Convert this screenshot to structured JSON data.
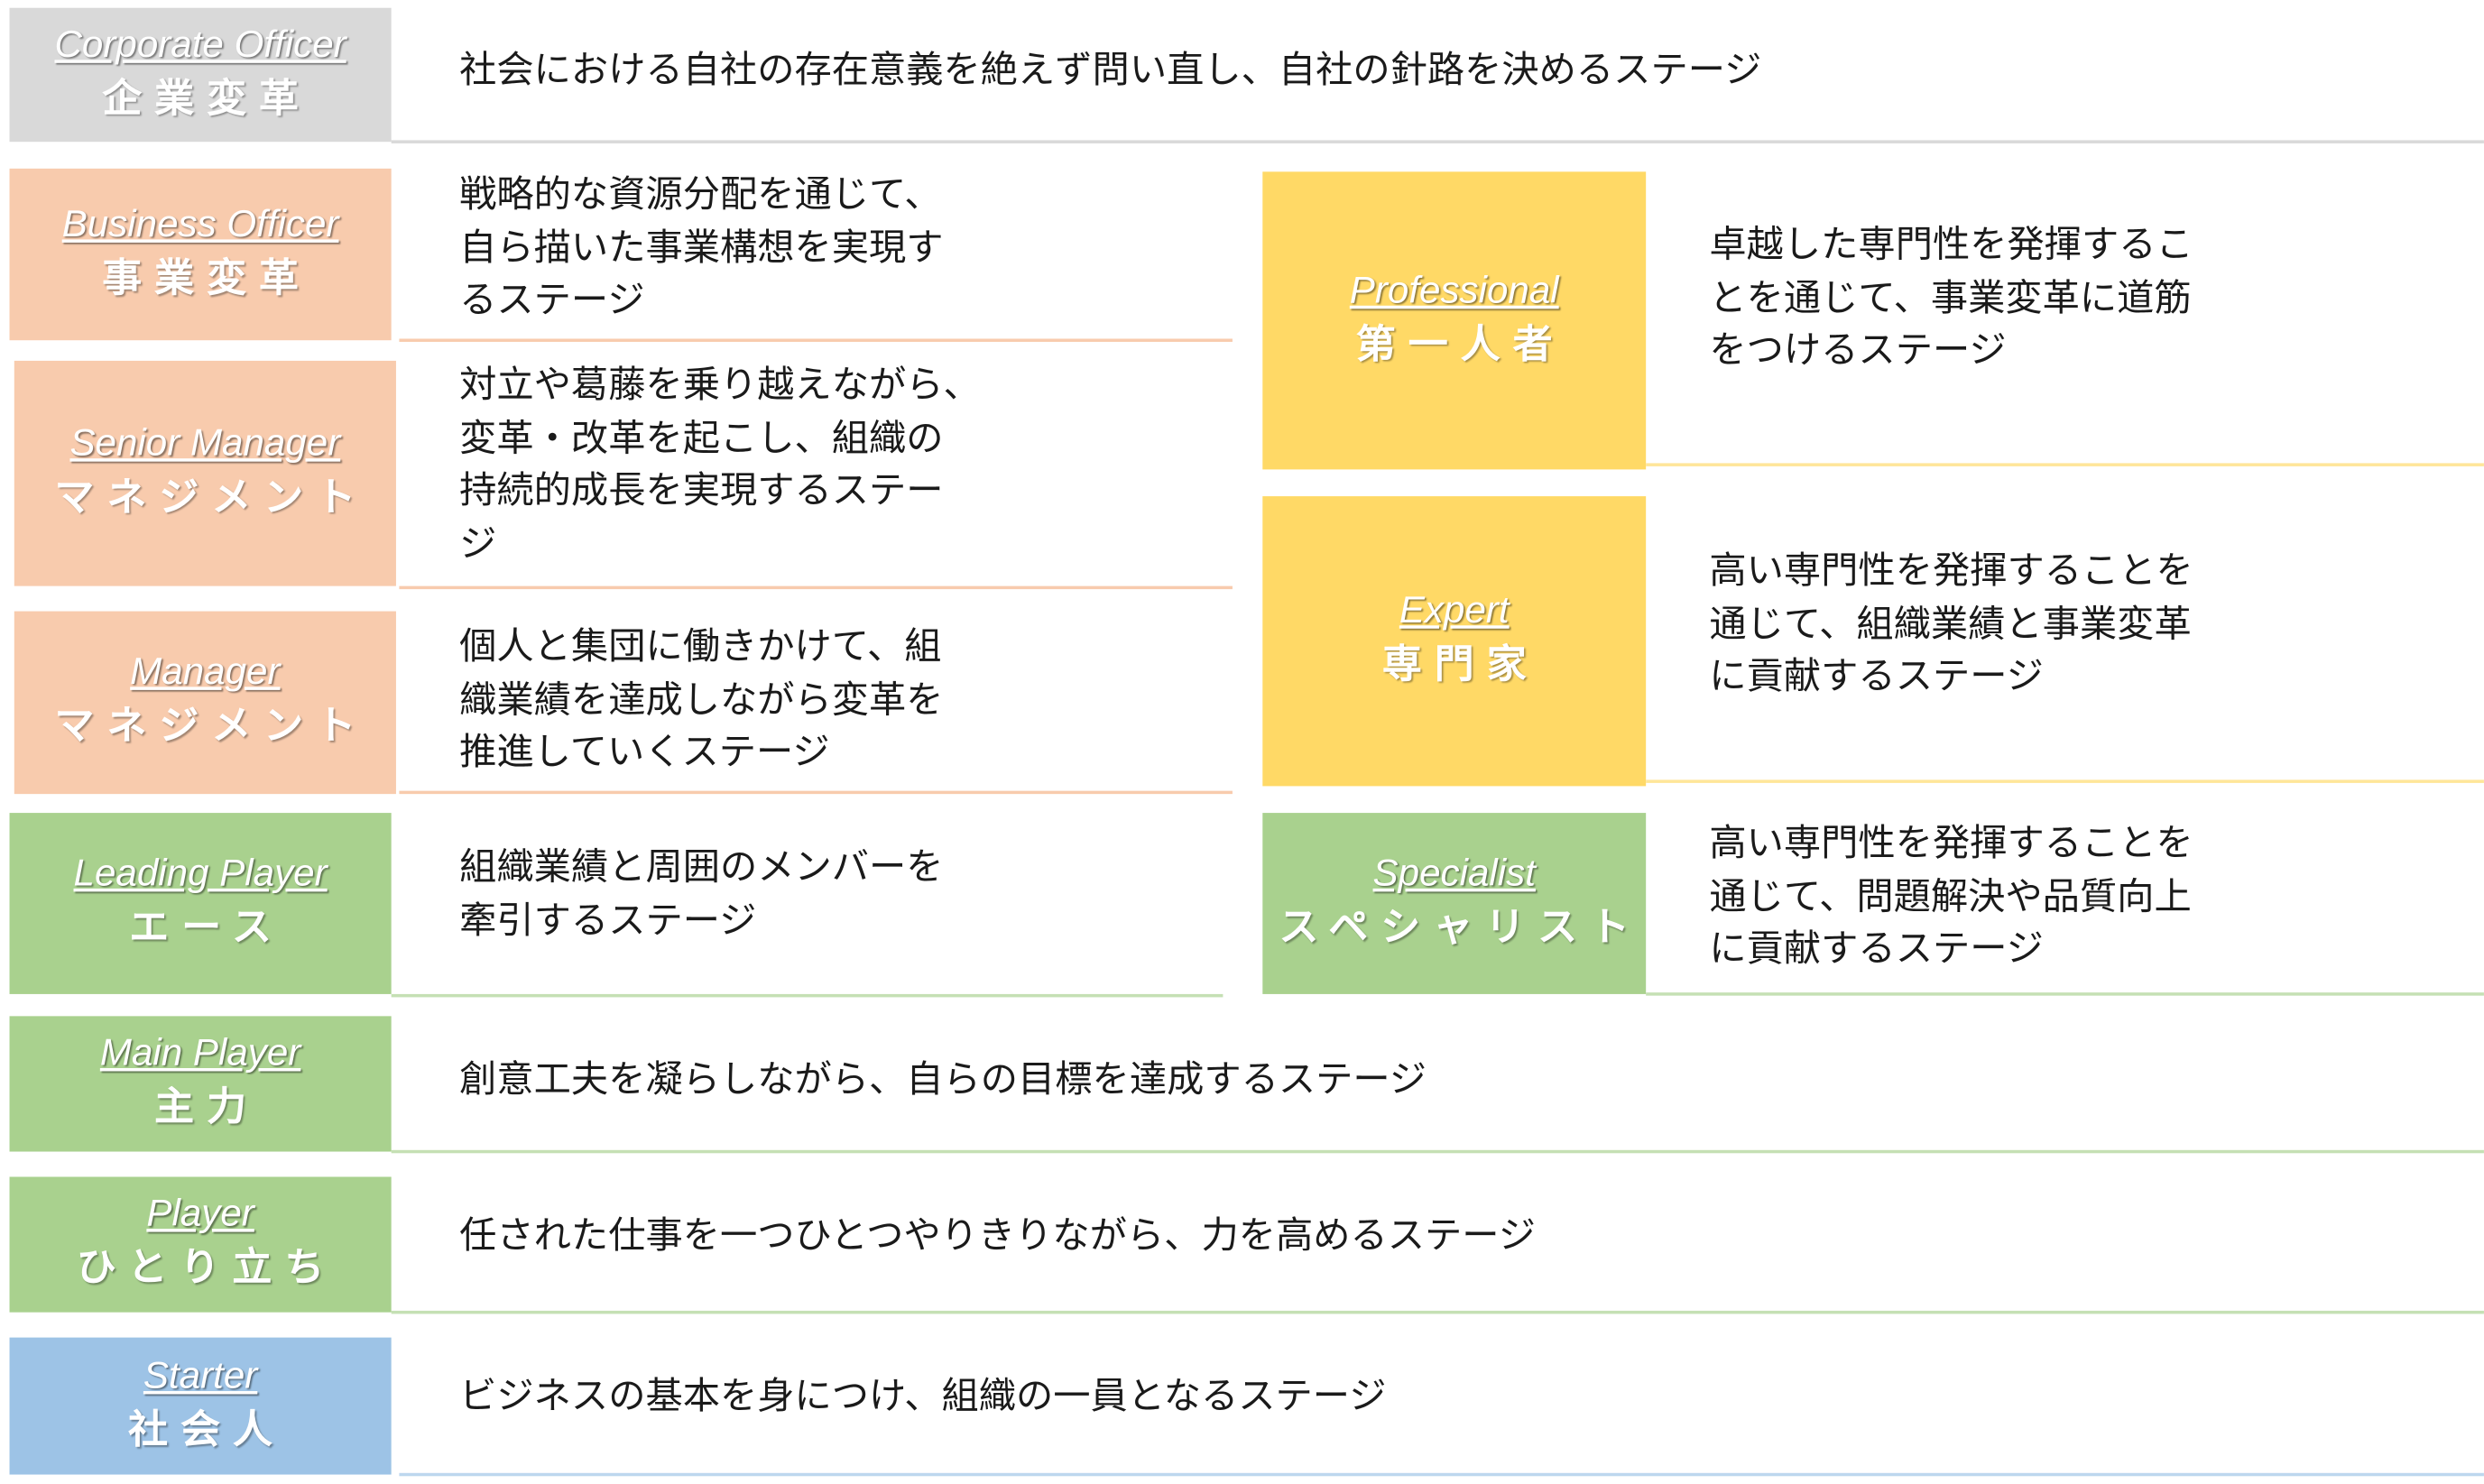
{
  "colors": {
    "gray": "#d9d9d9",
    "orange": "#f8cbad",
    "yellow": "#ffd966",
    "green": "#a9d18e",
    "blue": "#9dc3e6",
    "gray_line": "#d9d9d9",
    "orange_line": "#f8cbad",
    "yellow_line": "#ffe699",
    "green_line": "#c5e0b4",
    "blue_line": "#bdd7ee"
  },
  "stages": [
    {
      "key": "corporate_officer",
      "en": "Corporate Officer",
      "jp": "企業変革",
      "color": "gray",
      "description": "社会における自社の存在意義を絶えず問い直し、自社の針路を決めるステージ"
    },
    {
      "key": "business_officer",
      "en": "Business Officer",
      "jp": "事業変革",
      "color": "orange",
      "description": "戦略的な資源分配を通じて、\n自ら描いた事業構想を実現す\nるステージ"
    },
    {
      "key": "senior_manager",
      "en": "Senior Manager",
      "jp": "マネジメント",
      "color": "orange",
      "description": "対立や葛藤を乗り越えながら、\n変革・改革を起こし、組織の\n持続的成長を実現するステー\nジ"
    },
    {
      "key": "manager",
      "en": "Manager",
      "jp": "マネジメント",
      "color": "orange",
      "description": "個人と集団に働きかけて、組\n織業績を達成しながら変革を\n推進していくステージ"
    },
    {
      "key": "leading_player",
      "en": "Leading Player",
      "jp": "エース",
      "color": "green",
      "description": "組織業績と周囲のメンバーを\n牽引するステージ"
    },
    {
      "key": "professional",
      "en": "Professional",
      "jp": "第一人者",
      "color": "yellow",
      "description": "卓越した専門性を発揮するこ\nとを通じて、事業変革に道筋\nをつけるステージ"
    },
    {
      "key": "expert",
      "en": "Expert",
      "jp": "専門家",
      "color": "yellow",
      "description": "高い専門性を発揮することを\n通じて、組織業績と事業変革\nに貢献するステージ"
    },
    {
      "key": "specialist",
      "en": "Specialist",
      "jp": "スペシャリスト",
      "color": "green",
      "description": "高い専門性を発揮することを\n通じて、問題解決や品質向上\nに貢献するステージ"
    },
    {
      "key": "main_player",
      "en": "Main Player",
      "jp": "主力",
      "color": "green",
      "description": "創意工夫を凝らしながら、自らの目標を達成するステージ"
    },
    {
      "key": "player",
      "en": "Player",
      "jp": "ひとり立ち",
      "color": "green",
      "description": "任された仕事を一つひとつやりきりながら、力を高めるステージ"
    },
    {
      "key": "starter",
      "en": "Starter",
      "jp": "社会人",
      "color": "blue",
      "description": "ビジネスの基本を身につけ、組織の一員となるステージ"
    }
  ]
}
